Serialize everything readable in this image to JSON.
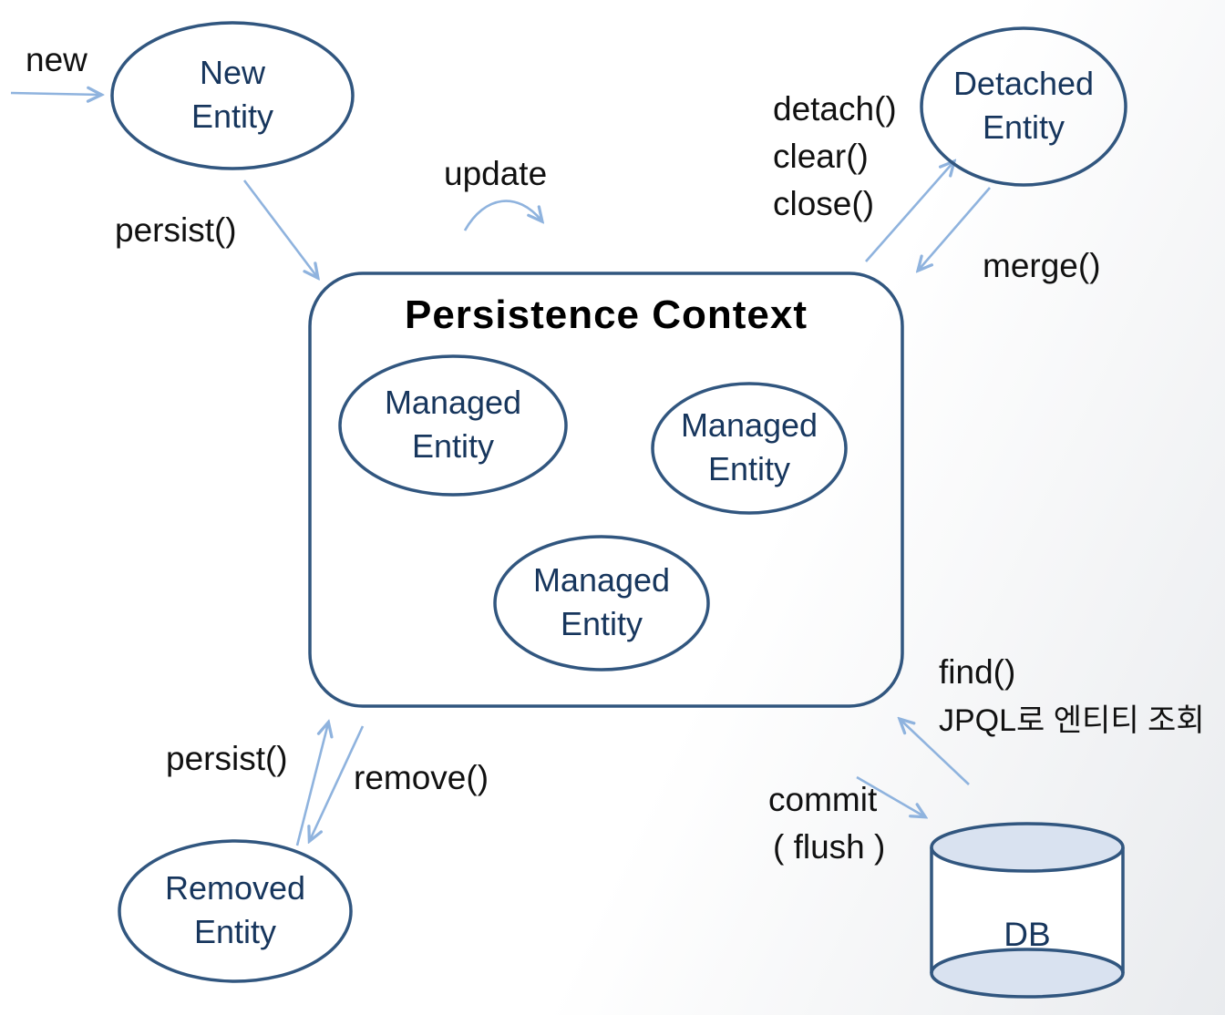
{
  "diagram": {
    "title": "Persistence Context",
    "nodes": {
      "new_entity": {
        "line1": "New",
        "line2": "Entity"
      },
      "detached_entity": {
        "line1": "Detached",
        "line2": "Entity"
      },
      "managed_entity_1": {
        "line1": "Managed",
        "line2": "Entity"
      },
      "managed_entity_2": {
        "line1": "Managed",
        "line2": "Entity"
      },
      "managed_entity_3": {
        "line1": "Managed",
        "line2": "Entity"
      },
      "removed_entity": {
        "line1": "Removed",
        "line2": "Entity"
      },
      "db": {
        "label": "DB"
      }
    },
    "labels": {
      "new": "new",
      "persist_top": "persist()",
      "update": "update",
      "detach": "detach()",
      "clear": "clear()",
      "close": "close()",
      "merge": "merge()",
      "persist_bottom": "persist()",
      "remove": "remove()",
      "commit_line1": "commit",
      "commit_line2": "( flush )",
      "find": "find()",
      "jpql": "JPQL로 엔티티 조회"
    },
    "colors": {
      "node_stroke": "#31567f",
      "arrow": "#8fb3de",
      "label_text": "#111111",
      "node_text": "#17365d",
      "db_cap_fill": "#d9e2f0",
      "background_edge": "#e9ebee"
    }
  }
}
